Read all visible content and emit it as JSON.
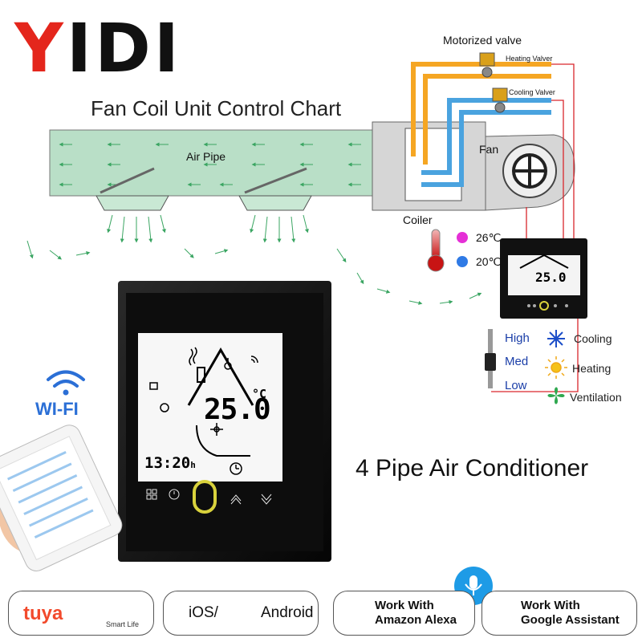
{
  "brand": {
    "name_first": "Y",
    "name_rest": "IDI"
  },
  "chart": {
    "title": "Fan Coil Unit Control Chart",
    "motorized_valve": "Motorized valve",
    "heating_valve": "Heating Valver",
    "cooling_valve": "Cooling Valver",
    "air_pipe": "Air Pipe",
    "fan": "Fan",
    "coiler": "Coiler",
    "temp_hot": "26℃",
    "temp_cold": "20℃",
    "colors": {
      "hot_pipe": "#f5a623",
      "cold_pipe": "#4aa3df",
      "duct": "#b9dfc7",
      "wire": "#d9262c",
      "arrow": "#3aa562"
    }
  },
  "speed_legend": [
    "High",
    "Med",
    "Low"
  ],
  "mode_legend": [
    "Cooling",
    "Heating",
    "Ventilation"
  ],
  "thermostat": {
    "temperature": "25.0",
    "unit": "°C",
    "time": "13:20",
    "time_suffix": "h"
  },
  "mini_thermostat": {
    "temperature": "25.0"
  },
  "product_name": "4 Pipe Air Conditioner",
  "wifi_label": "WI-FI",
  "badges": {
    "tuya": "tuya",
    "smart_life": "Smart Life",
    "ios": "iOS/",
    "android": "Android",
    "alexa_line1": "Work With",
    "alexa_line2": "Amazon Alexa",
    "google_line1": "Work With",
    "google_line2": "Google Assistant"
  }
}
